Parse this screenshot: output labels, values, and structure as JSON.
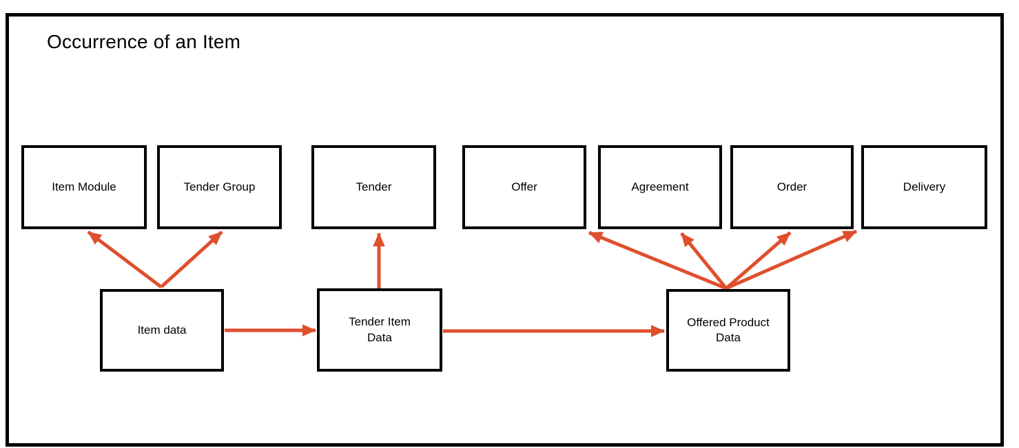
{
  "title": "Occurrence of an Item",
  "colors": {
    "arrow": "#E04F2D",
    "box_border": "#000000",
    "background": "#FFFFFF",
    "text": "#000000"
  },
  "nodes": {
    "item_module": {
      "label": "Item Module"
    },
    "tender_group": {
      "label": "Tender Group"
    },
    "tender": {
      "label": "Tender"
    },
    "offer": {
      "label": "Offer"
    },
    "agreement": {
      "label": "Agreement"
    },
    "order": {
      "label": "Order"
    },
    "delivery": {
      "label": "Delivery"
    },
    "item_data": {
      "label": "Item data"
    },
    "tender_item_data": {
      "label": "Tender Item\nData"
    },
    "offered_product_data": {
      "label": "Offered Product\nData"
    }
  },
  "edges": [
    {
      "from": "item_data",
      "to": "item_module"
    },
    {
      "from": "item_data",
      "to": "tender_group"
    },
    {
      "from": "item_data",
      "to": "tender_item_data"
    },
    {
      "from": "tender_item_data",
      "to": "tender"
    },
    {
      "from": "tender_item_data",
      "to": "offered_product_data"
    },
    {
      "from": "offered_product_data",
      "to": "offer"
    },
    {
      "from": "offered_product_data",
      "to": "agreement"
    },
    {
      "from": "offered_product_data",
      "to": "order"
    },
    {
      "from": "offered_product_data",
      "to": "delivery"
    }
  ]
}
